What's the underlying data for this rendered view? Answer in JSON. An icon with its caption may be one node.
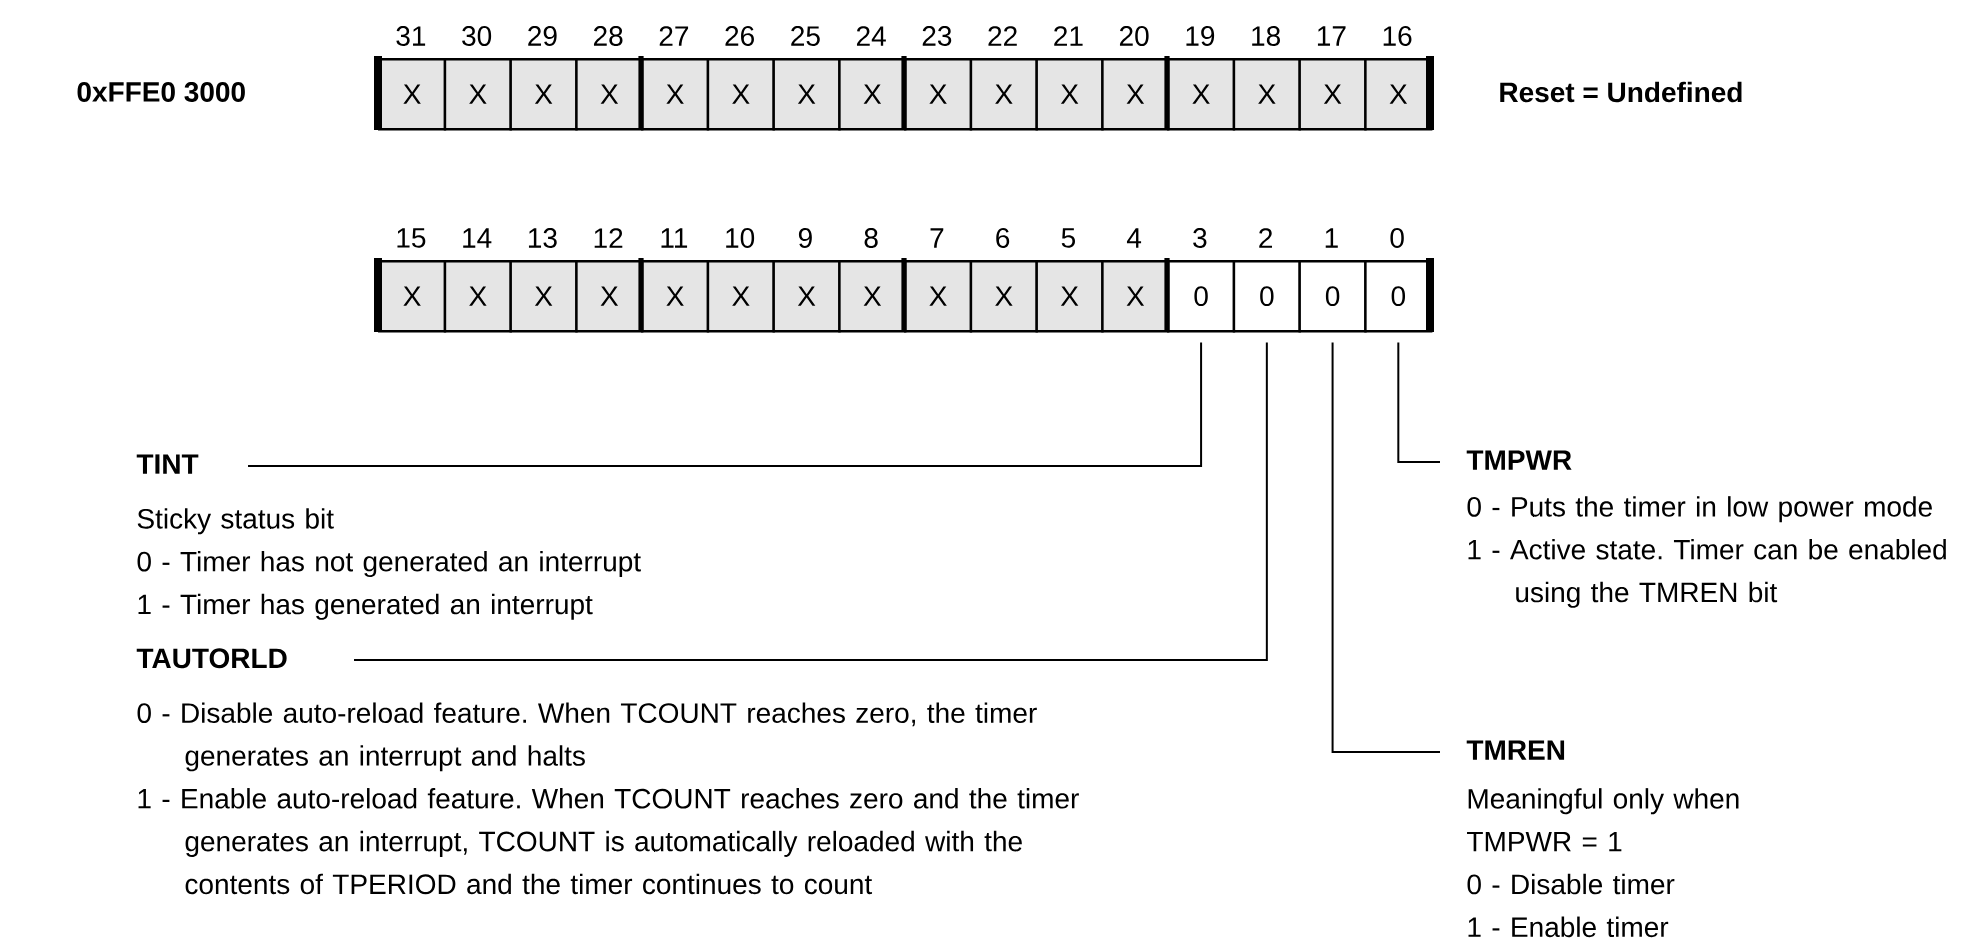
{
  "diagram": {
    "nodes": [
      {
        "text": [
          "X"
        ],
        "beside": [
          "31"
        ]
      },
      {
        "text": [
          "X"
        ],
        "beside": [
          "30"
        ]
      },
      {
        "text": [
          "X"
        ],
        "beside": [
          "29"
        ]
      },
      {
        "text": [
          "X"
        ],
        "beside": [
          "28"
        ]
      },
      {
        "text": [
          "X"
        ],
        "beside": [
          "27"
        ]
      },
      {
        "text": [
          "X"
        ],
        "beside": [
          "26"
        ]
      },
      {
        "text": [
          "X"
        ],
        "beside": [
          "25"
        ]
      },
      {
        "text": [
          "X"
        ],
        "beside": [
          "24"
        ]
      },
      {
        "text": [
          "X"
        ],
        "beside": [
          "23"
        ]
      },
      {
        "text": [
          "X"
        ],
        "beside": [
          "22"
        ]
      },
      {
        "text": [
          "X"
        ],
        "beside": [
          "21"
        ]
      },
      {
        "text": [
          "X"
        ],
        "beside": [
          "20"
        ]
      },
      {
        "text": [
          "X"
        ],
        "beside": [
          "19"
        ]
      },
      {
        "text": [
          "X"
        ],
        "beside": [
          "18"
        ]
      },
      {
        "text": [
          "X"
        ],
        "beside": [
          "17"
        ]
      },
      {
        "text": [
          "X"
        ],
        "beside": [
          "16"
        ]
      },
      {
        "text": [
          "X"
        ],
        "beside": [
          "15"
        ]
      },
      {
        "text": [
          "X"
        ],
        "beside": [
          "14"
        ]
      },
      {
        "text": [
          "X"
        ],
        "beside": [
          "13"
        ]
      },
      {
        "text": [
          "X"
        ],
        "beside": [
          "12"
        ]
      },
      {
        "text": [
          "X"
        ],
        "beside": [
          "11"
        ]
      },
      {
        "text": [
          "X"
        ],
        "beside": [
          "10"
        ]
      },
      {
        "text": [
          "X"
        ],
        "beside": [
          "9"
        ]
      },
      {
        "text": [
          "X"
        ],
        "beside": [
          "8"
        ]
      },
      {
        "text": [
          "X"
        ],
        "beside": [
          "7"
        ]
      },
      {
        "text": [
          "X"
        ],
        "beside": [
          "6"
        ]
      },
      {
        "text": [
          "X"
        ],
        "beside": [
          "5"
        ]
      },
      {
        "text": [
          "X"
        ],
        "beside": [
          "4"
        ]
      },
      {
        "text": [
          "0"
        ],
        "beside": [
          "3"
        ]
      },
      {
        "text": [
          "0"
        ],
        "beside": [
          "2"
        ]
      },
      {
        "text": [
          "0"
        ],
        "beside": [
          "1"
        ]
      },
      {
        "text": [
          "0"
        ],
        "beside": [
          "0"
        ]
      },
      {
        "text": [
          "TINT",
          "Sticky status bit",
          "0 - Timer has not generated an interrupt",
          "1 - Timer has generated an interrupt"
        ]
      },
      {
        "text": [
          "TAUTORLD",
          "0 - Disable auto-reload feature. When TCOUNT reaches zero, the timer generates an interrupt and halts",
          "1 - Enable auto-reload feature. When TCOUNT reaches zero and the timer generates an interrupt, TCOUNT is automatically reloaded with the contents of TPERIOD and the timer continues to count"
        ]
      },
      {
        "text": [
          "TMPWR",
          "0 - Puts the timer in low power mode",
          "1 - Active state. Timer can be enabled using the TMREN bit"
        ]
      },
      {
        "text": [
          "TMREN",
          "Meaningful only when TMPWR = 1",
          "0 - Disable timer",
          "1 - Enable timer"
        ]
      }
    ],
    "edges": [
      {
        "from": 32,
        "to": 28,
        "arrow": "none"
      },
      {
        "from": 33,
        "to": 29,
        "arrow": "none"
      },
      {
        "from": 34,
        "to": 31,
        "arrow": "none"
      },
      {
        "from": 35,
        "to": 30,
        "arrow": "none"
      }
    ],
    "labels": [
      "0xFFE0 3000",
      "Reset = Undefined"
    ]
  }
}
